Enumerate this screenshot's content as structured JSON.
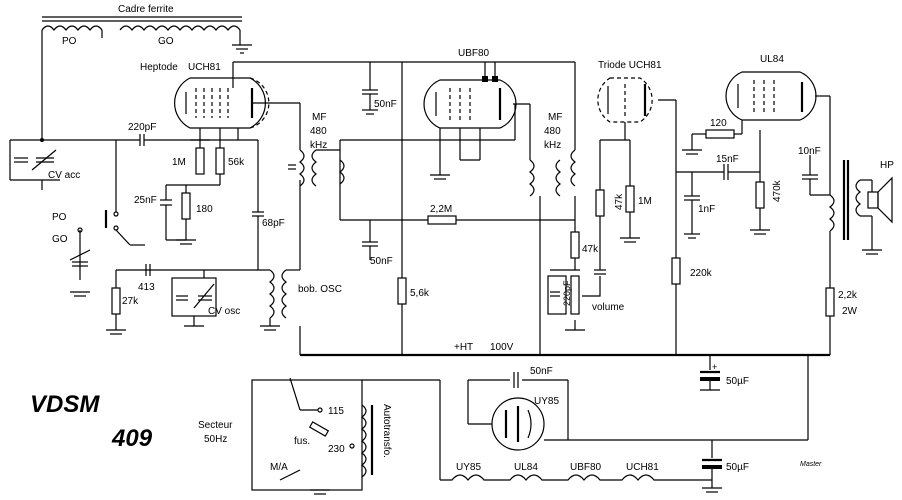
{
  "title": {
    "line1": "VDSM",
    "line2": "409"
  },
  "labels": {
    "cadre": "Cadre ferrite",
    "po_top": "PO",
    "go_top": "GO",
    "heptode": "Heptode",
    "uch81": "UCH81",
    "ubf80": "UBF80",
    "triode": "Triode UCH81",
    "ul84": "UL84",
    "uy85": "UY85",
    "mf1": [
      "MF",
      "480",
      "kHz"
    ],
    "mf2": [
      "MF",
      "480",
      "kHz"
    ],
    "c220pf": "220pF",
    "cv_acc": "CV acc",
    "r1m_a": "1M",
    "r56k": "56k",
    "c25nf": "25nF",
    "r180": "180",
    "po_sw": "PO",
    "go_sw": "GO",
    "c68pf": "68pF",
    "c413": "413",
    "r27k": "27k",
    "cv_osc": "CV osc",
    "bob_osc": "bob. OSC",
    "c50nf_a": "50nF",
    "c50nf_b": "50nF",
    "r22m": "2,2M",
    "r56k_b": "5,6k",
    "ht": "+HT",
    "v100": "100V",
    "r47k_a": "47k",
    "r1m_b": "1M",
    "r47k_b": "47k",
    "c220pf_b": "220pF",
    "volume": "volume",
    "r120": "120",
    "c15nf": "15nF",
    "c1nf": "1nF",
    "r470k": "470k",
    "r220k": "220k",
    "c10nf": "10nF",
    "hp": "HP",
    "r22k": "2,2k",
    "w2": "2W",
    "c50uf_a": "50µF",
    "c50uf_b": "50µF",
    "c50nf_c": "50nF",
    "secteur": "Secteur",
    "hz": "50Hz",
    "tap115": "115",
    "tap230": "230",
    "fus": "fus.",
    "autotransfo": "Autotransfo.",
    "ma": "M/A",
    "fil_uy85": "UY85",
    "fil_ul84": "UL84",
    "fil_ubf80": "UBF80",
    "fil_uch81": "UCH81",
    "master": "Master"
  }
}
